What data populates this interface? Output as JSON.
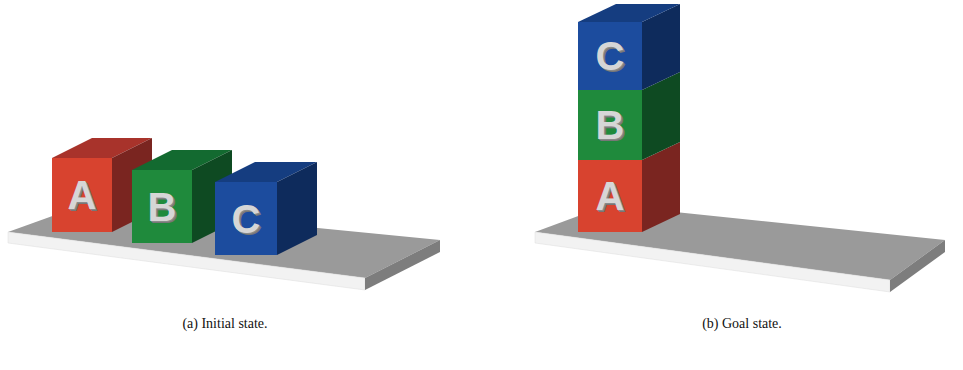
{
  "diagram": {
    "nodes": [
      {
        "text": [
          "A"
        ]
      },
      {
        "text": [
          "B"
        ]
      },
      {
        "text": [
          "C"
        ]
      },
      {
        "text": [
          "A"
        ]
      },
      {
        "text": [
          "B"
        ]
      },
      {
        "text": [
          "C"
        ]
      }
    ],
    "labels": [
      "(a) Initial state.",
      "(b) Goal state."
    ]
  }
}
